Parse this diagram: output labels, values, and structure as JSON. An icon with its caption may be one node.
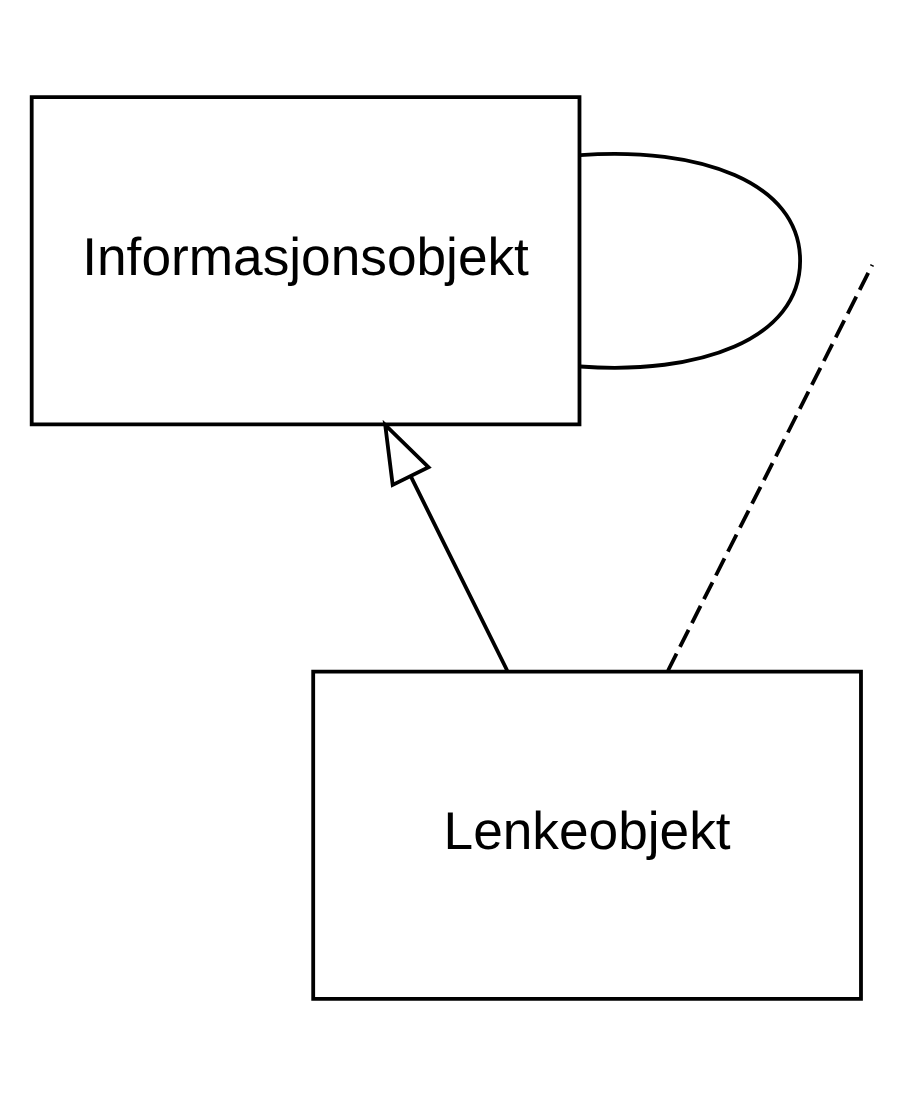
{
  "diagram": {
    "nodes": [
      {
        "text": [
          "Informasjonsobjekt"
        ]
      },
      {
        "text": [
          "Lenkeobjekt"
        ]
      }
    ],
    "edges": [
      {
        "from": 0,
        "to": 0,
        "arrow": "none"
      },
      {
        "from": 1,
        "to": 0,
        "arrow": "to"
      },
      {
        "from": 1,
        "to": null,
        "arrow": "none",
        "style": "dashed"
      }
    ]
  }
}
